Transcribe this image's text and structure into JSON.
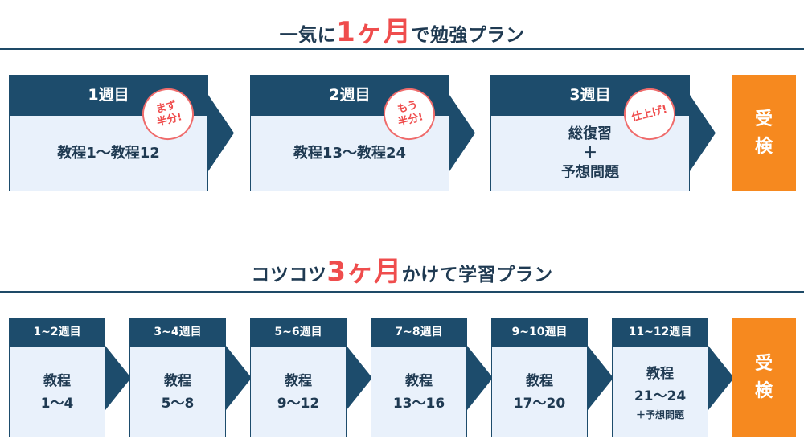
{
  "plan1": {
    "title_prefix": "一気に",
    "title_accent": "1ヶ月",
    "title_suffix": "で勉強プラン",
    "cards": [
      {
        "head": "1週目",
        "lines": [
          "教程1〜教程12"
        ],
        "badge": [
          "まず",
          "半分!"
        ]
      },
      {
        "head": "2週目",
        "lines": [
          "教程13〜教程24"
        ],
        "badge": [
          "もう",
          "半分!"
        ]
      },
      {
        "head": "3週目",
        "lines": [
          "総復習",
          "＋",
          "予想問題"
        ],
        "badge": [
          "仕上げ!"
        ]
      }
    ],
    "exam": [
      "受",
      "検"
    ]
  },
  "plan2": {
    "title_prefix": "コツコツ",
    "title_accent": "3ヶ月",
    "title_suffix": "かけて学習プラン",
    "cards": [
      {
        "head": "1~2週目",
        "lines": [
          "教程",
          "1〜4"
        ]
      },
      {
        "head": "3~4週目",
        "lines": [
          "教程",
          "5〜8"
        ]
      },
      {
        "head": "5~6週目",
        "lines": [
          "教程",
          "9〜12"
        ]
      },
      {
        "head": "7~8週目",
        "lines": [
          "教程",
          "13〜16"
        ]
      },
      {
        "head": "9~10週目",
        "lines": [
          "教程",
          "17〜20"
        ]
      },
      {
        "head": "11~12週目",
        "lines": [
          "教程",
          "21〜24",
          "＋予想問題"
        ]
      }
    ],
    "exam": [
      "受",
      "検"
    ]
  },
  "colors": {
    "navy": "#1d4c6c",
    "card_bg": "#e9f1fb",
    "accent_red": "#ef4d4d",
    "exam_orange": "#f6891f"
  }
}
